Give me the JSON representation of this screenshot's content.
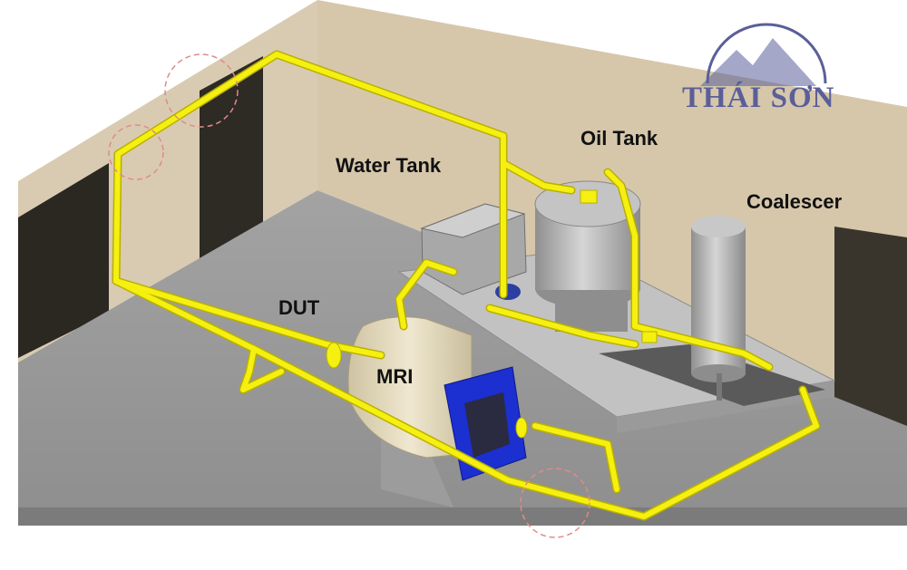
{
  "labels": {
    "water_tank": "Water Tank",
    "oil_tank": "Oil Tank",
    "coalescer": "Coalescer",
    "dut": "DUT",
    "mri": "MRI"
  },
  "logo": {
    "text": "THÁI SƠN",
    "icon": "mountain-icon"
  },
  "colors": {
    "pipe": "#f5f010",
    "pipe_shadow": "#b8b000",
    "wall": "#d9cbb1",
    "floor": "#9b9b9b",
    "magnet_frame": "#1c2fd0",
    "mri_body": "#e6dcc0",
    "tank": "#a9a9a9",
    "logo": "#5a5f9a"
  }
}
